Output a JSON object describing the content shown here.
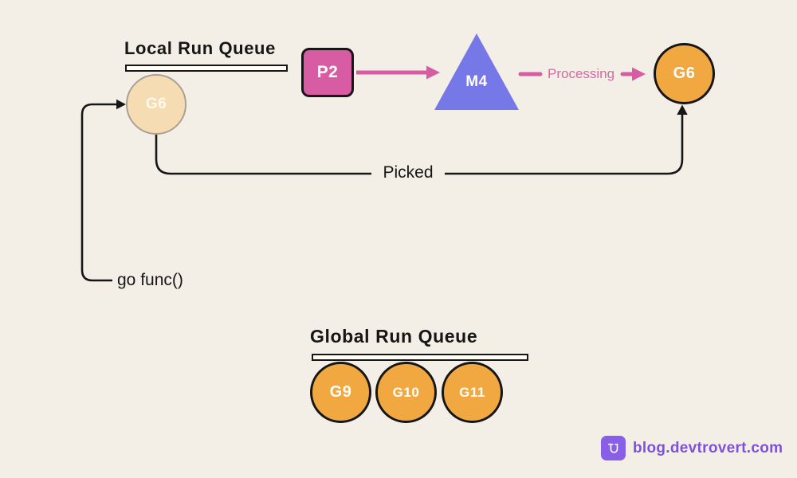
{
  "local_queue": {
    "title": "Local Run Queue",
    "goroutine": "G6"
  },
  "processor": "P2",
  "machine": "M4",
  "running_goroutine": "G6",
  "flow_labels": {
    "processing": "Processing",
    "picked": "Picked",
    "go_func": "go func()"
  },
  "global_queue": {
    "title": "Global Run Queue",
    "goroutines": [
      "G9",
      "G10",
      "G11"
    ]
  },
  "watermark": {
    "text": "blog.devtrovert.com",
    "icon": "devtrovert-logo"
  },
  "colors": {
    "background": "#F4EFE6",
    "pink": "#D85CA4",
    "purple_triangle": "#7678E8",
    "orange": "#F1A840",
    "tan": "#F5DCB2",
    "line_black": "#161616",
    "logo_purple": "#8A5FE8",
    "watermark_text": "#7C52DA"
  }
}
